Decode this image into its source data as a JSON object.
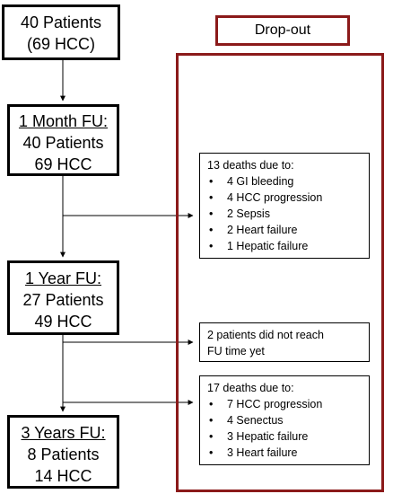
{
  "colors": {
    "dropout_border": "#8b1a1a",
    "box_border": "#000000",
    "line": "#000000"
  },
  "stages": {
    "start": {
      "line1": "40 Patients",
      "line2": "(69 HCC)"
    },
    "month1": {
      "title": "1 Month FU:",
      "patients": "40 Patients",
      "hcc": "69 HCC"
    },
    "year1": {
      "title": "1 Year FU:",
      "patients": "27 Patients",
      "hcc": "49 HCC"
    },
    "year3": {
      "title": "3 Years FU:",
      "patients": "8 Patients",
      "hcc": "14 HCC"
    }
  },
  "dropout": {
    "title": "Drop-out",
    "box1": {
      "heading": "13 deaths due to:",
      "items": [
        "4 GI bleeding",
        "4 HCC progression",
        "2 Sepsis",
        "2 Heart failure",
        "1 Hepatic failure"
      ]
    },
    "box2": {
      "text": "2 patients did not reach FU time yet"
    },
    "box3": {
      "heading": "17 deaths due to:",
      "items": [
        "7 HCC progression",
        "4 Senectus",
        "3 Hepatic failure",
        "3 Heart failure"
      ]
    }
  }
}
